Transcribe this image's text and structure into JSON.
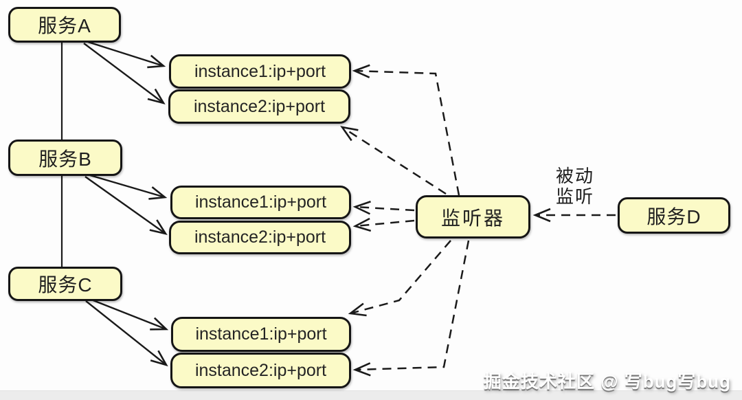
{
  "diagram": {
    "services": [
      {
        "label": "服务A"
      },
      {
        "label": "服务B"
      },
      {
        "label": "服务C"
      },
      {
        "label": "服务D"
      }
    ],
    "groups": [
      {
        "instances": [
          "instance1:ip+port",
          "instance2:ip+port"
        ]
      },
      {
        "instances": [
          "instance1:ip+port",
          "instance2:ip+port"
        ]
      },
      {
        "instances": [
          "instance1:ip+port",
          "instance2:ip+port"
        ]
      }
    ],
    "listener": {
      "label": "监听器"
    },
    "passive_label": {
      "line1": "被动",
      "line2": "监听"
    }
  },
  "watermark": {
    "text": "掘金技术社区 @ 写bug写bug"
  },
  "colors": {
    "node_fill": "#fbfac7",
    "node_border": "#151515",
    "background": "#fdfdfd",
    "footer_strip": "#ececec",
    "watermark_text": "#ffffff",
    "line_color": "#1a1a1a"
  }
}
